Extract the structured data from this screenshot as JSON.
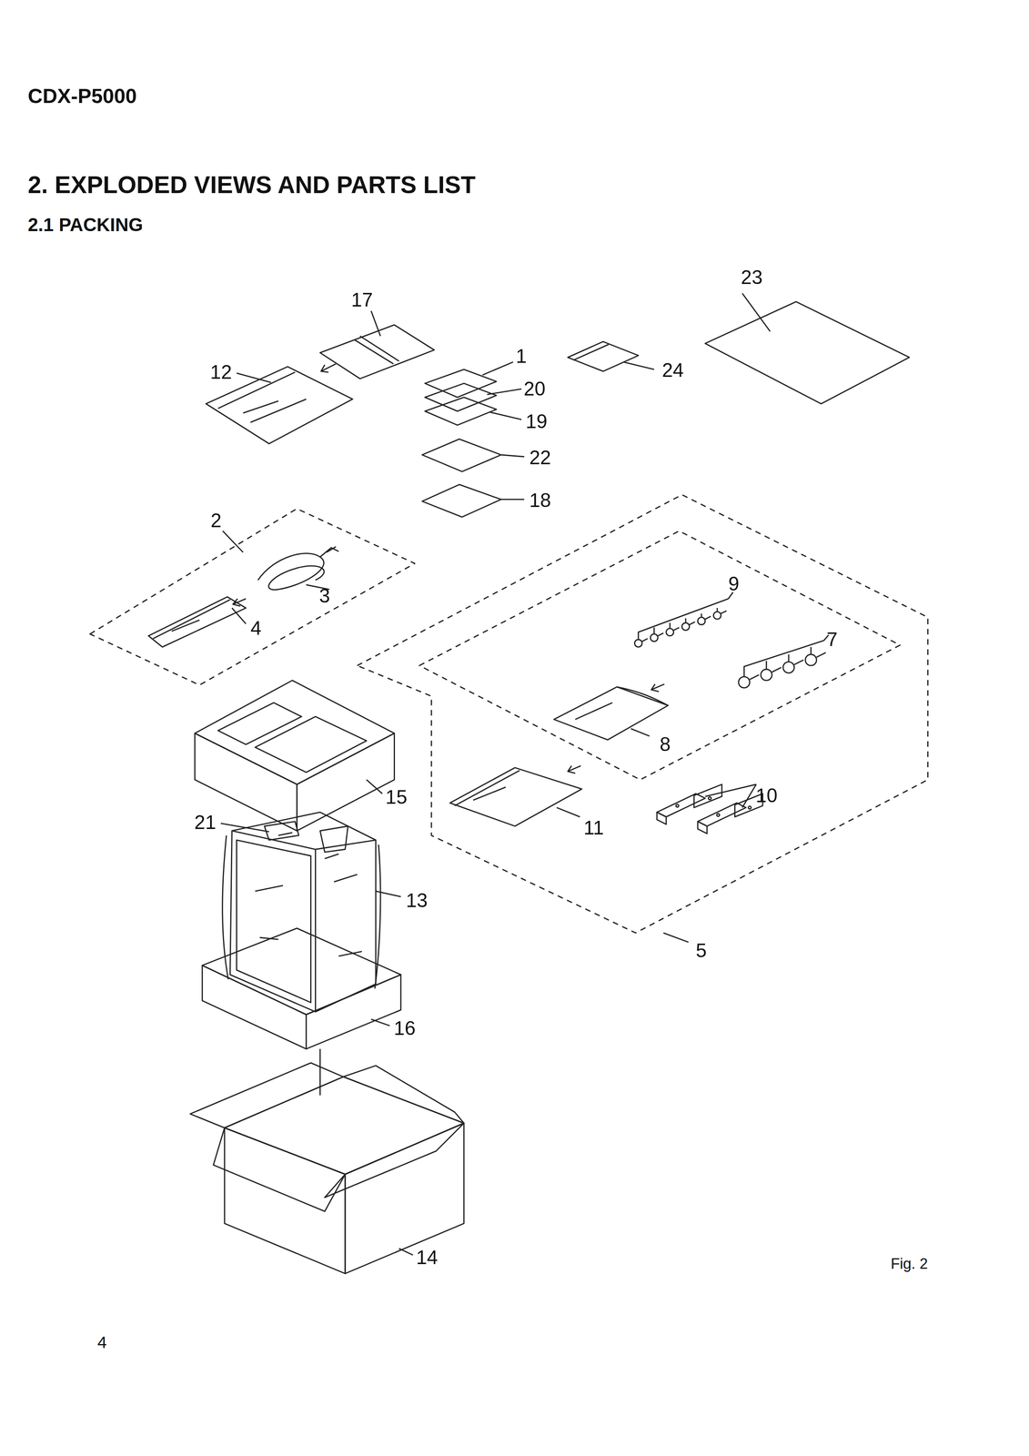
{
  "diagram": {
    "title": "2. EXPLODED VIEWS AND PARTS LIST",
    "labels": [
      "CDX-P5000",
      "2.1 PACKING",
      "23",
      "17",
      "1",
      "12",
      "24",
      "20",
      "19",
      "22",
      "18",
      "2",
      "9",
      "3",
      "4",
      "7",
      "8",
      "10",
      "15",
      "21",
      "11",
      "13",
      "5",
      "16",
      "14",
      "Fig. 2",
      "4"
    ]
  }
}
